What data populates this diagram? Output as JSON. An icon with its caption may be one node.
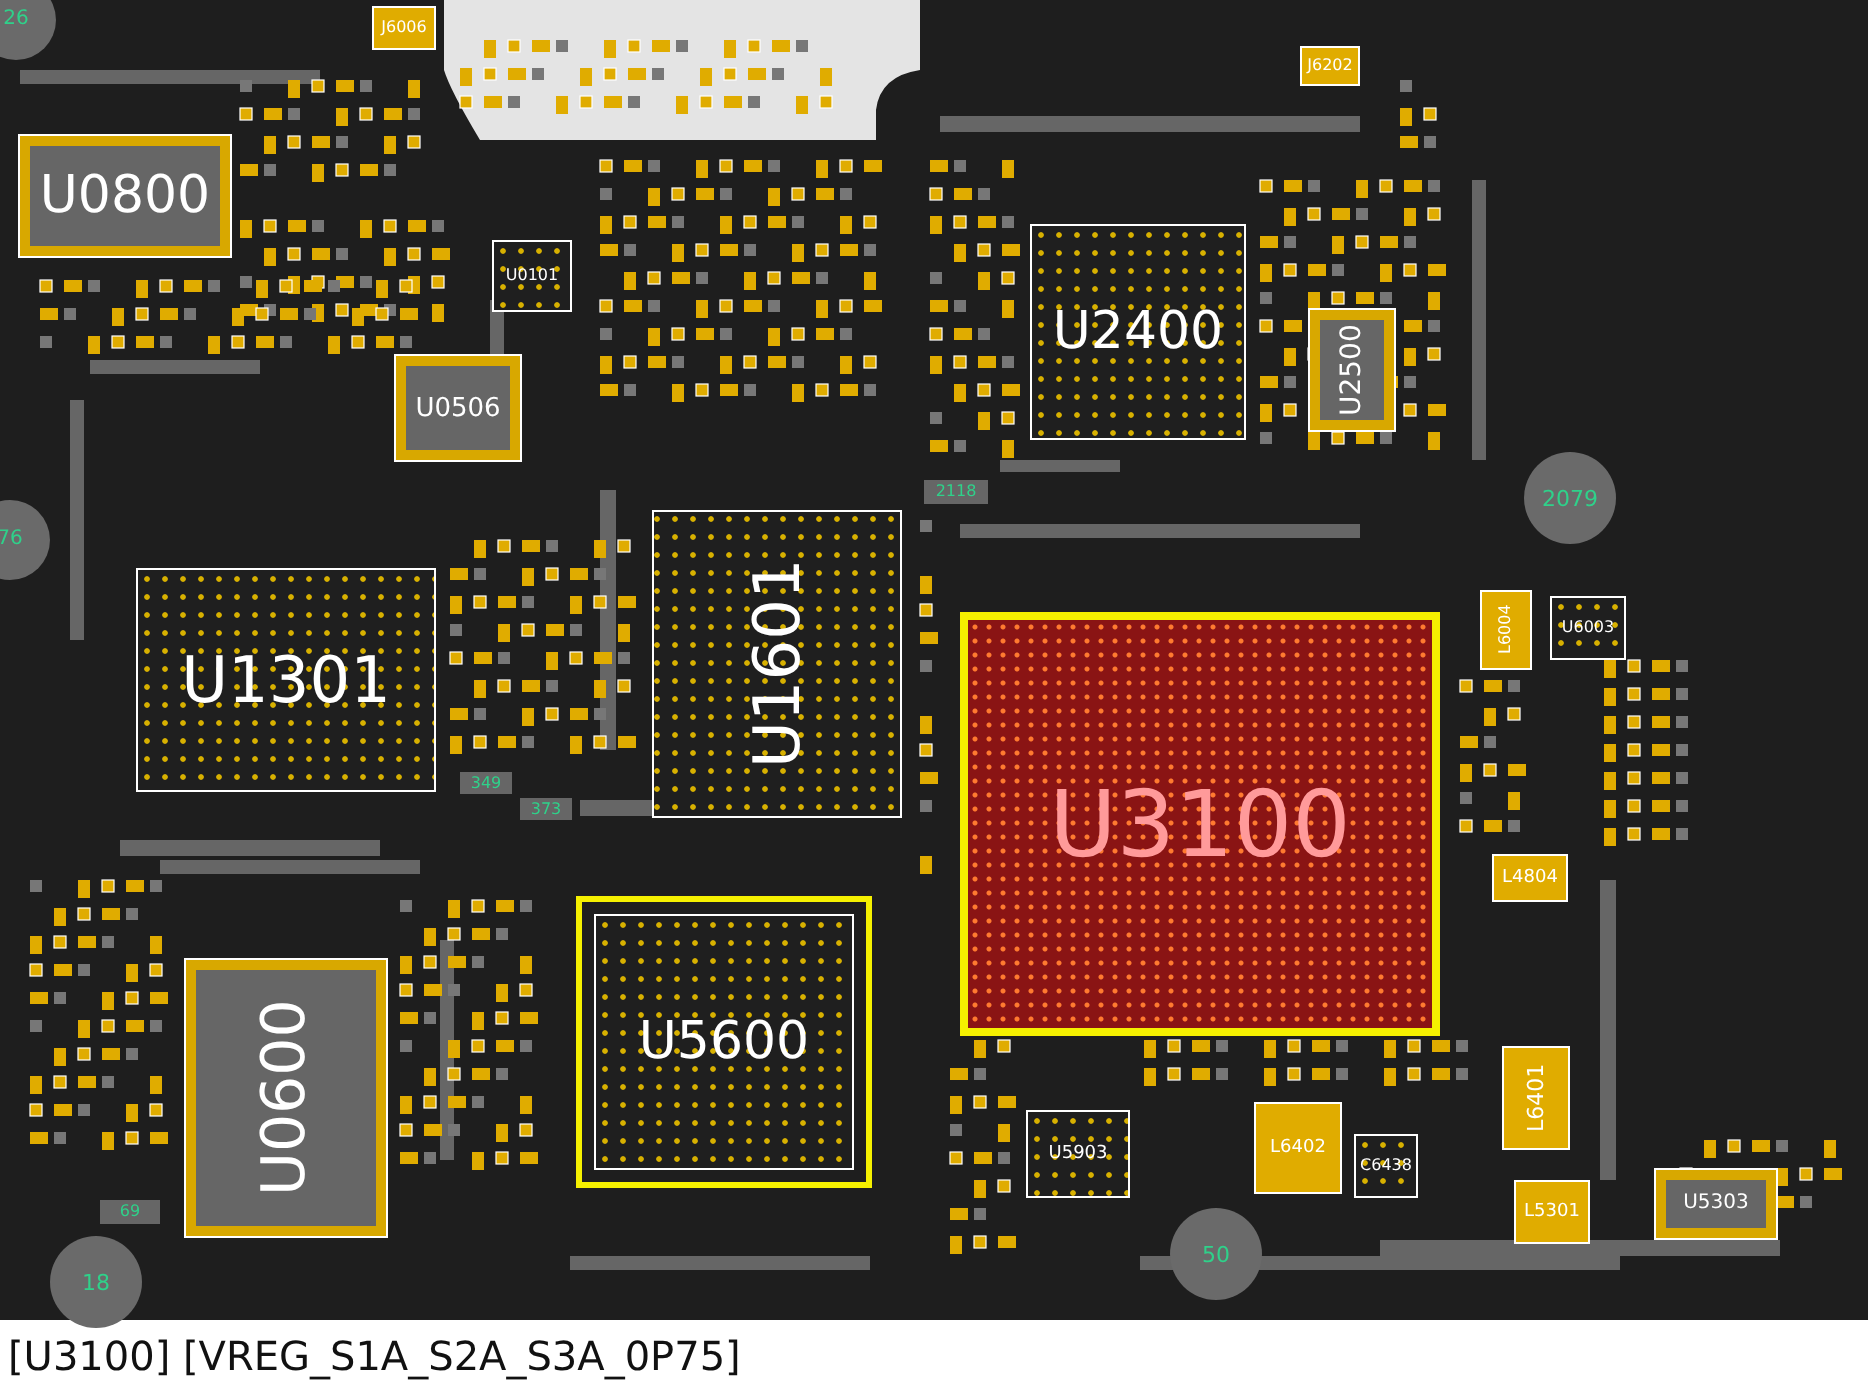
{
  "diagram": {
    "caption": "[U3100] [VREG_S1A_S2A_S3A_0P75]",
    "nodes": [
      {
        "text": [
          "U0800"
        ]
      },
      {
        "text": [
          "J6006"
        ]
      },
      {
        "text": [
          "U0101"
        ]
      },
      {
        "text": [
          "U0506"
        ]
      },
      {
        "text": [
          "U2400"
        ]
      },
      {
        "text": [
          "U2500"
        ]
      },
      {
        "text": [
          "J6202"
        ]
      },
      {
        "text": [
          "U1301"
        ]
      },
      {
        "text": [
          "U1601"
        ]
      },
      {
        "text": [
          "U5600"
        ]
      },
      {
        "text": [
          "U0600"
        ]
      },
      {
        "text": [
          "U3100"
        ]
      },
      {
        "text": [
          "L6004"
        ]
      },
      {
        "text": [
          "U6003"
        ]
      },
      {
        "text": [
          "L4804"
        ]
      },
      {
        "text": [
          "L6401"
        ]
      },
      {
        "text": [
          "U5903"
        ]
      },
      {
        "text": [
          "L6402"
        ]
      },
      {
        "text": [
          "C6438"
        ]
      },
      {
        "text": [
          "L5301"
        ]
      },
      {
        "text": [
          "U5303"
        ]
      },
      {
        "text": [
          "26"
        ]
      },
      {
        "text": [
          "2079"
        ]
      },
      {
        "text": [
          "2118"
        ]
      },
      {
        "text": [
          "76"
        ]
      },
      {
        "text": [
          "349"
        ]
      },
      {
        "text": [
          "373"
        ]
      },
      {
        "text": [
          "69"
        ]
      },
      {
        "text": [
          "18"
        ]
      },
      {
        "text": [
          "50"
        ]
      }
    ]
  }
}
